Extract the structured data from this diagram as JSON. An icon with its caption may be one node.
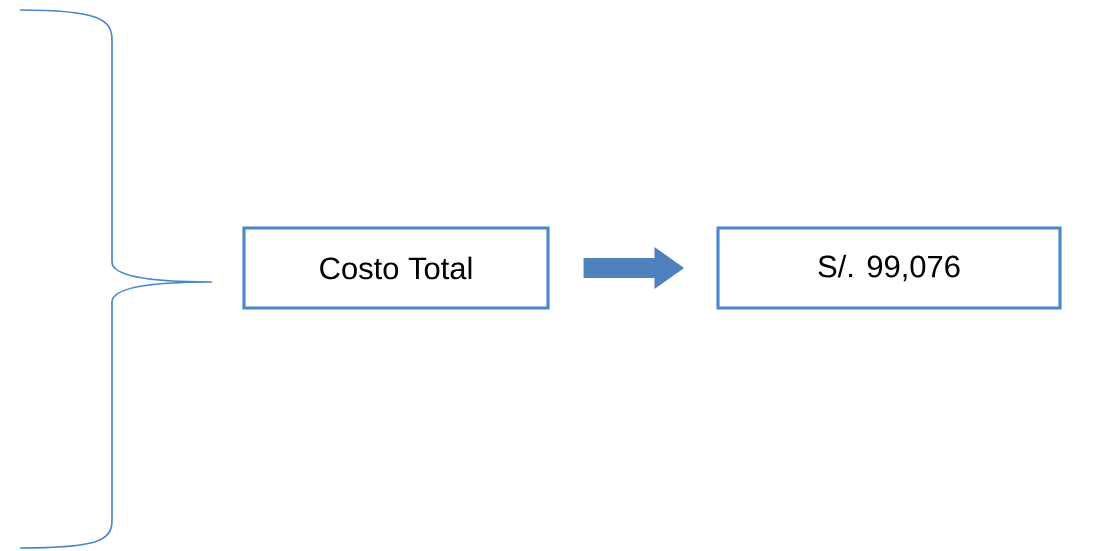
{
  "diagram": {
    "nodes": [
      {
        "text": [
          "Costo Total"
        ]
      },
      {
        "text": [
          "S/. 99,076"
        ]
      }
    ],
    "edges": [
      {
        "from": 0,
        "to": 1,
        "arrow": "to"
      }
    ]
  }
}
